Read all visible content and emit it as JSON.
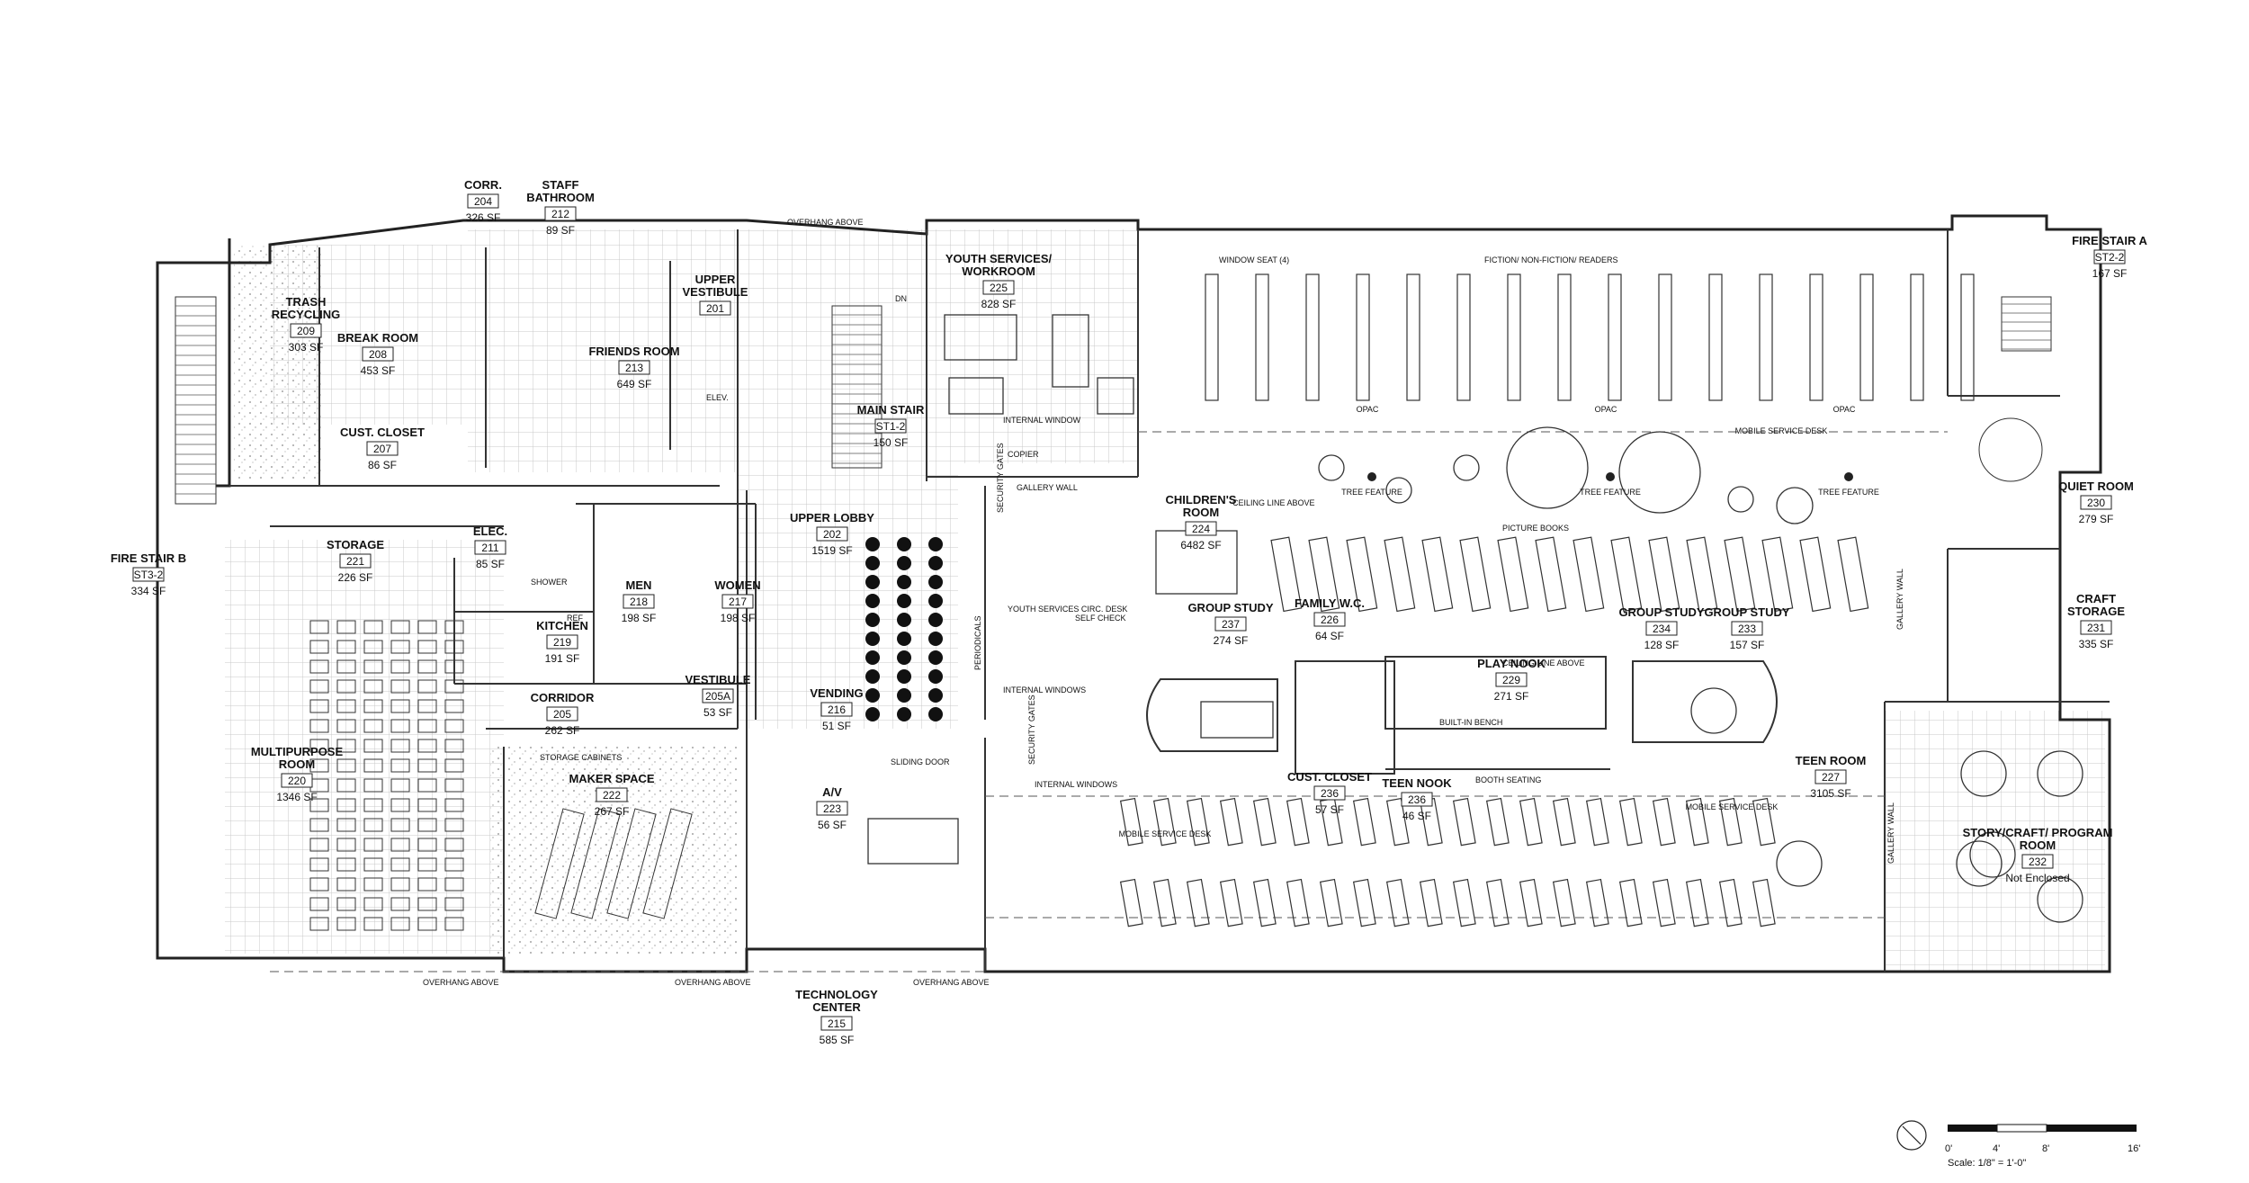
{
  "rooms": [
    {
      "name": "CORR.",
      "number": "204",
      "area": "326 SF"
    },
    {
      "name": "STAFF BATHROOM",
      "number": "212",
      "area": "89 SF"
    },
    {
      "name": "TRASH RECYCLING",
      "number": "209",
      "area": "303 SF"
    },
    {
      "name": "BREAK ROOM",
      "number": "208",
      "area": "453 SF"
    },
    {
      "name": "FRIENDS ROOM",
      "number": "213",
      "area": "649 SF"
    },
    {
      "name": "UPPER VESTIBULE",
      "number": "201",
      "area": ""
    },
    {
      "name": "CUST. CLOSET",
      "number": "207",
      "area": "86 SF"
    },
    {
      "name": "FIRE STAIR B",
      "number": "ST3-2",
      "area": "334 SF"
    },
    {
      "name": "STORAGE",
      "number": "221",
      "area": "226 SF"
    },
    {
      "name": "ELEC.",
      "number": "211",
      "area": "85 SF"
    },
    {
      "name": "MEN",
      "number": "218",
      "area": "198 SF"
    },
    {
      "name": "WOMEN",
      "number": "217",
      "area": "198 SF"
    },
    {
      "name": "KITCHEN",
      "number": "219",
      "area": "191 SF"
    },
    {
      "name": "CORRIDOR",
      "number": "205",
      "area": "262 SF"
    },
    {
      "name": "VESTIBULE",
      "number": "205A",
      "area": "53 SF"
    },
    {
      "name": "MULTIPURPOSE ROOM",
      "number": "220",
      "area": "1346 SF"
    },
    {
      "name": "MAKER SPACE",
      "number": "222",
      "area": "267 SF"
    },
    {
      "name": "MAIN STAIR",
      "number": "ST1-2",
      "area": "150 SF"
    },
    {
      "name": "UPPER LOBBY",
      "number": "202",
      "area": "1519 SF"
    },
    {
      "name": "VENDING",
      "number": "216",
      "area": "51 SF"
    },
    {
      "name": "A/V",
      "number": "223",
      "area": "56 SF"
    },
    {
      "name": "TECHNOLOGY CENTER",
      "number": "215",
      "area": "585 SF"
    },
    {
      "name": "YOUTH SERVICES/ WORKROOM",
      "number": "225",
      "area": "828 SF"
    },
    {
      "name": "CHILDREN'S ROOM",
      "number": "224",
      "area": "6482 SF"
    },
    {
      "name": "GROUP STUDY",
      "number": "237",
      "area": "274 SF"
    },
    {
      "name": "FAMILY W.C.",
      "number": "226",
      "area": "64 SF"
    },
    {
      "name": "PLAY NOOK",
      "number": "229",
      "area": "271 SF"
    },
    {
      "name": "GROUP STUDY",
      "number": "234",
      "area": "128 SF"
    },
    {
      "name": "GROUP STUDY",
      "number": "233",
      "area": "157 SF"
    },
    {
      "name": "CUST. CLOSET",
      "number": "236",
      "area": "57 SF"
    },
    {
      "name": "TEEN NOOK",
      "number": "236",
      "area": "46 SF"
    },
    {
      "name": "TEEN ROOM",
      "number": "227",
      "area": "3105 SF"
    },
    {
      "name": "FIRE STAIR A",
      "number": "ST2-2",
      "area": "167 SF"
    },
    {
      "name": "QUIET ROOM",
      "number": "230",
      "area": "279 SF"
    },
    {
      "name": "CRAFT STORAGE",
      "number": "231",
      "area": "335 SF"
    },
    {
      "name": "STORY/CRAFT/ PROGRAM ROOM",
      "number": "232",
      "area": "Not Enclosed"
    }
  ],
  "notes": {
    "overhang_above": "OVERHANG ABOVE",
    "window_seat": "WINDOW SEAT (4)",
    "fiction": "FICTION/ NON-FICTION/ READERS",
    "opac": "OPAC",
    "tree_feature": "TREE FEATURE",
    "mobile_service_desk": "MOBILE SERVICE DESK",
    "ceiling_line_above": "CEILING LINE ABOVE",
    "picture_books": "PICTURE BOOKS",
    "gallery_wall": "GALLERY WALL",
    "internal_window": "INTERNAL WINDOW",
    "internal_windows": "INTERNAL WINDOWS",
    "copier": "COPIER",
    "security_gates": "SECURITY GATES",
    "periodicals": "PERIODICALS",
    "youth_desk": "YOUTH SERVICES CIRC. DESK",
    "self_check": "SELF CHECK",
    "sliding_door": "SLIDING DOOR",
    "storage_cabinets": "STORAGE CABINETS",
    "built_in_bench": "BUILT-IN BENCH",
    "booth_seating": "BOOTH SEATING",
    "shower": "SHOWER",
    "elev": "ELEV.",
    "dn": "DN",
    "ref": "REF"
  },
  "scale": {
    "ticks": [
      "0'",
      "4'",
      "8'",
      "16'"
    ],
    "label": "Scale: 1/8\" = 1'-0\""
  }
}
